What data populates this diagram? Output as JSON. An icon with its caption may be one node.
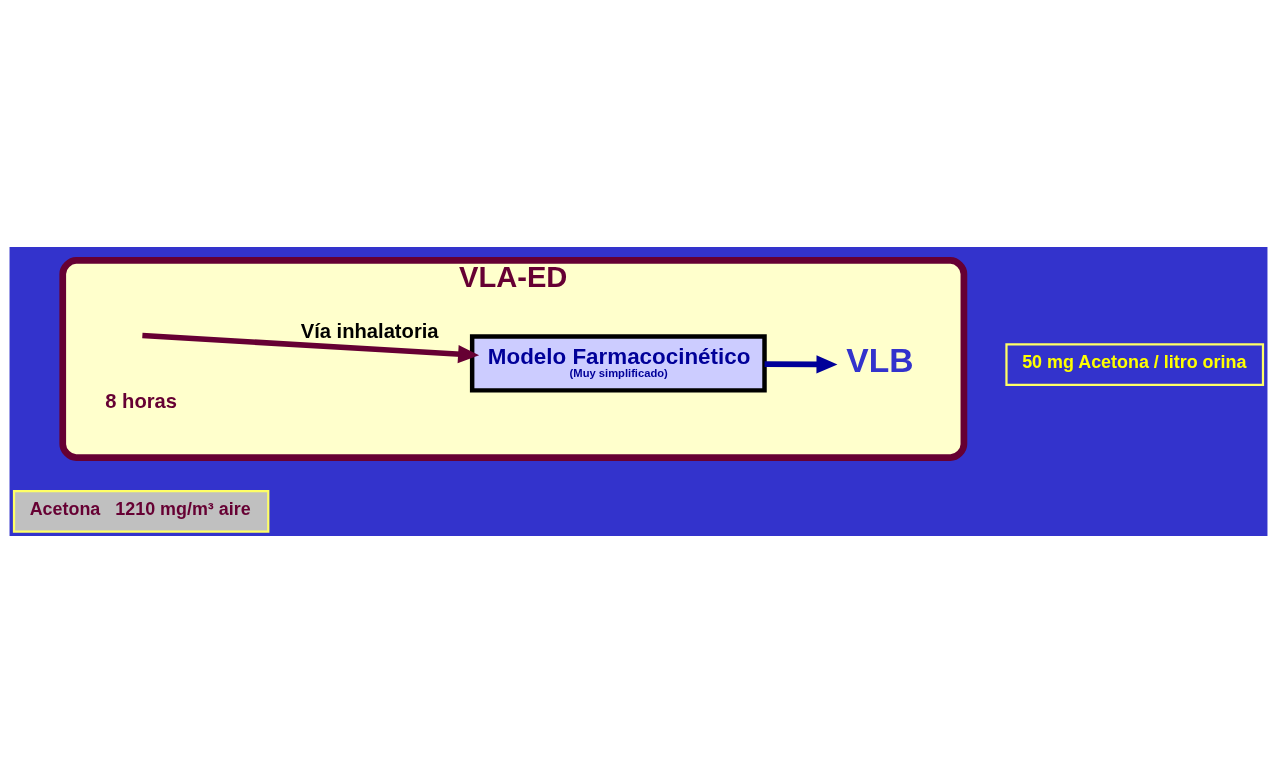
{
  "diagram": {
    "nodes": [
      {
        "text": [
          "VLA-ED"
        ]
      },
      {
        "text": [
          "Acetona   1210 mg/m³ aire"
        ]
      },
      {
        "text": [
          "Modelo Farmacocinético",
          "(Muy simplificado)"
        ],
        "in": 0
      },
      {
        "text": [
          "VLB"
        ],
        "in": 0
      },
      {
        "text": [
          "50 mg Acetona / litro orina"
        ]
      }
    ],
    "edges": [
      {
        "from": null,
        "to": 2,
        "arrow": "to",
        "label": "Vía inhalatoria",
        "color": "#660033"
      },
      {
        "from": 2,
        "to": 3,
        "arrow": "to",
        "color": "#000099"
      }
    ],
    "labels": [
      "8 horas"
    ]
  }
}
